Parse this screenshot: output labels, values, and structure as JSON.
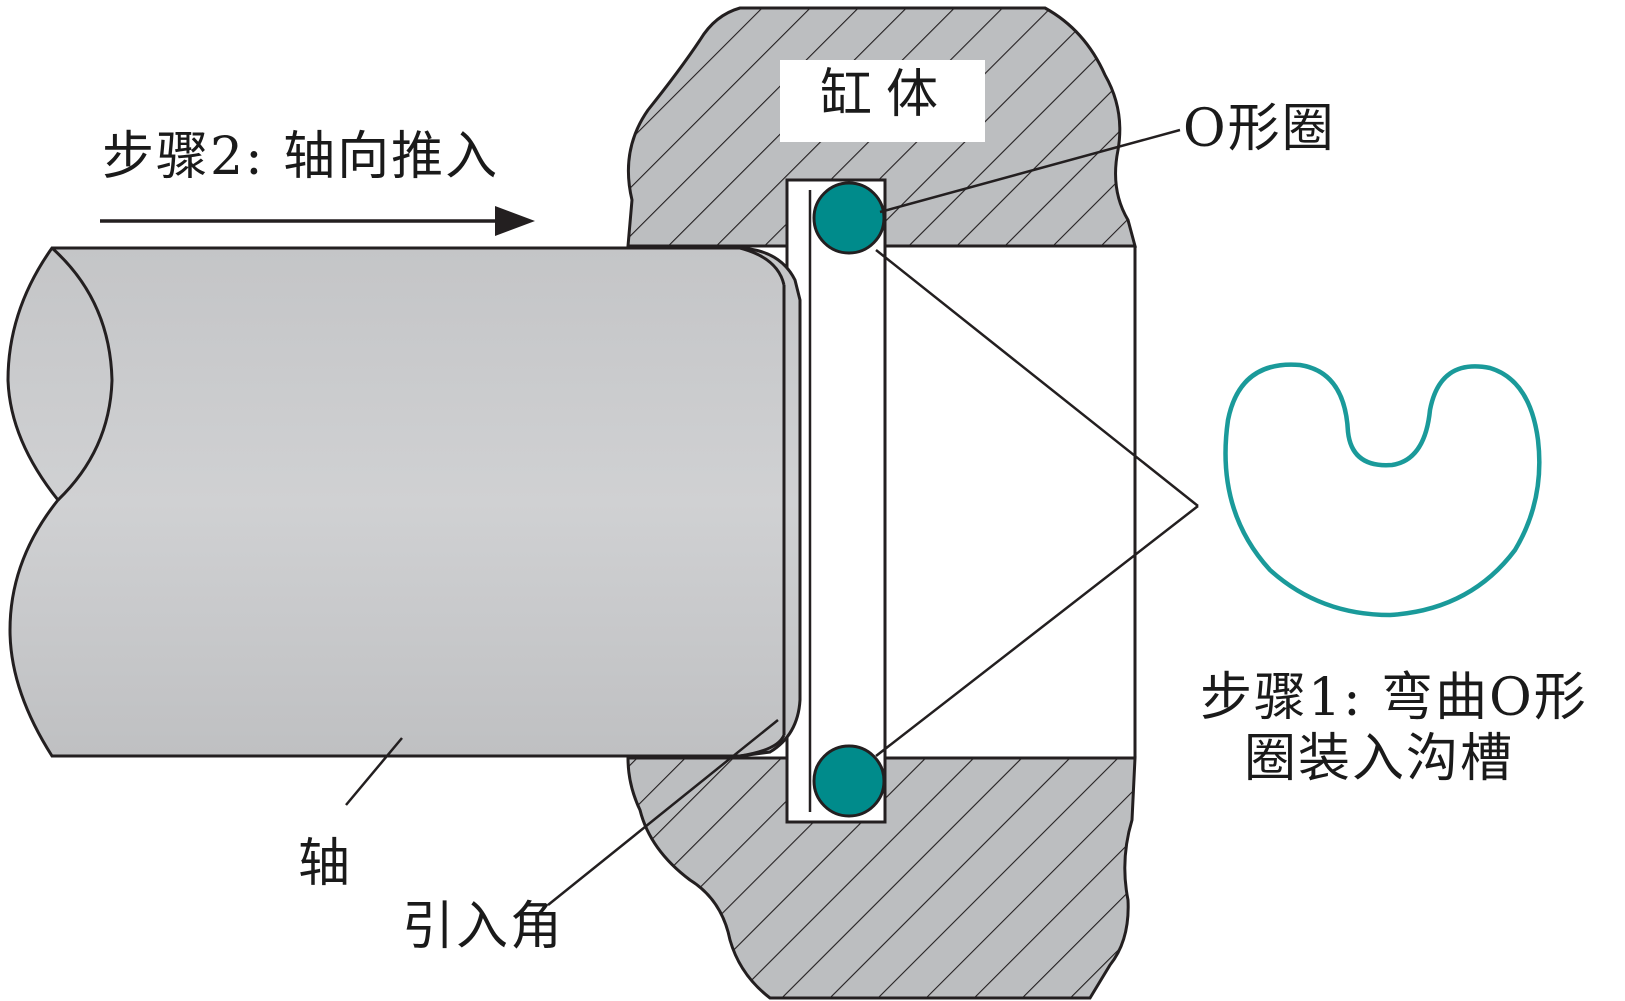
{
  "labels": {
    "cylinder": "缸体",
    "step2": "步骤2: 轴向推入",
    "o_ring": "O形圈",
    "shaft": "轴",
    "chamfer": "引入角",
    "step1_line1": "步骤1: 弯曲O形",
    "step1_line2": "圈装入沟槽"
  },
  "colors": {
    "outline": "#231f20",
    "housing_fill": "#bcbec0",
    "shaft_fill": "#c8c9cb",
    "o_ring": "#008b8b",
    "bent_ring": "#1a9a9a",
    "background": "#ffffff"
  }
}
